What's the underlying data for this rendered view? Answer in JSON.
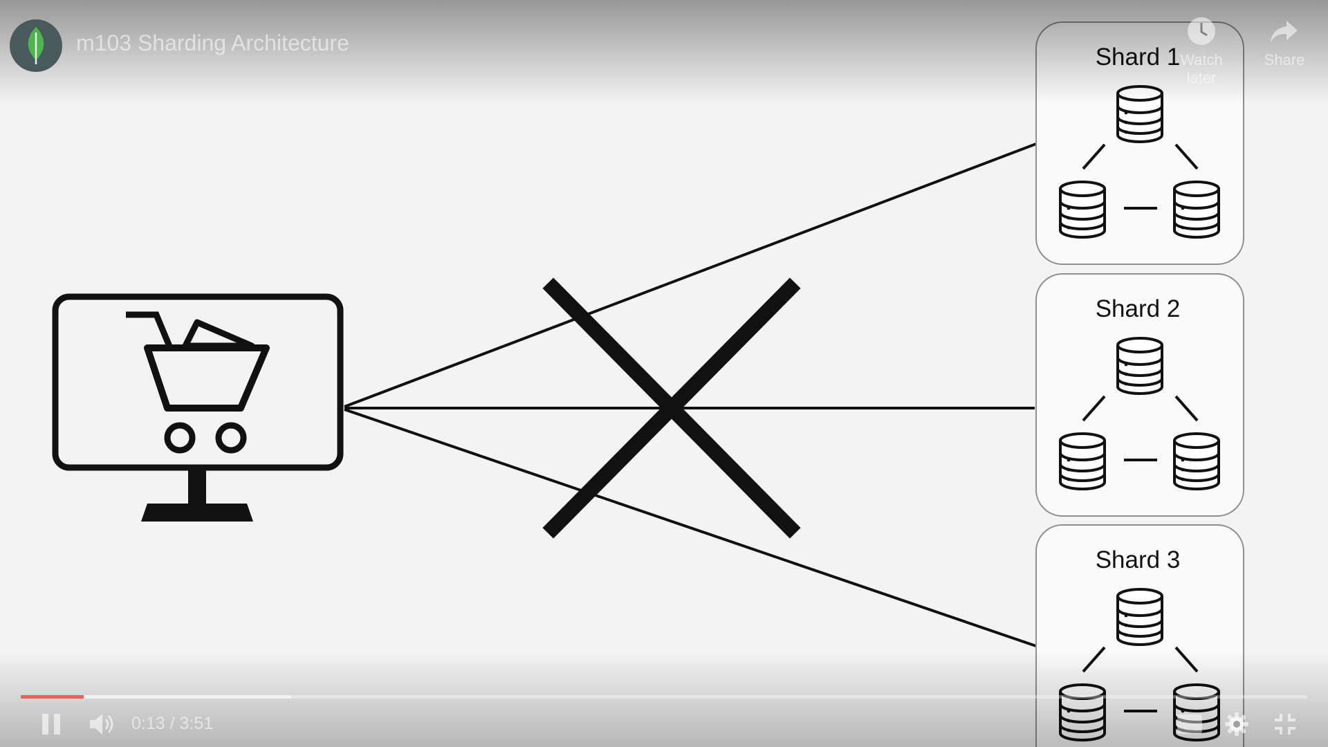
{
  "player": {
    "title": "m103 Sharding Architecture",
    "watch_later_label": "Watch later",
    "share_label": "Share",
    "time_current": "0:13",
    "time_total": "3:51",
    "time_separator": " / ",
    "progress_fraction": 0.049,
    "buffered_fraction": 0.21,
    "progress_color": "#f45b5b",
    "avatar_color": "#4a5a5c",
    "leaf_color": "#4fb34f"
  },
  "slide": {
    "shards": [
      {
        "title": "Shard 1"
      },
      {
        "title": "Shard 2"
      },
      {
        "title": "Shard 3"
      }
    ],
    "client_icon": "shopping-cart-monitor-icon",
    "blocked_icon": "x-mark-icon",
    "db_icon": "database-icon"
  }
}
